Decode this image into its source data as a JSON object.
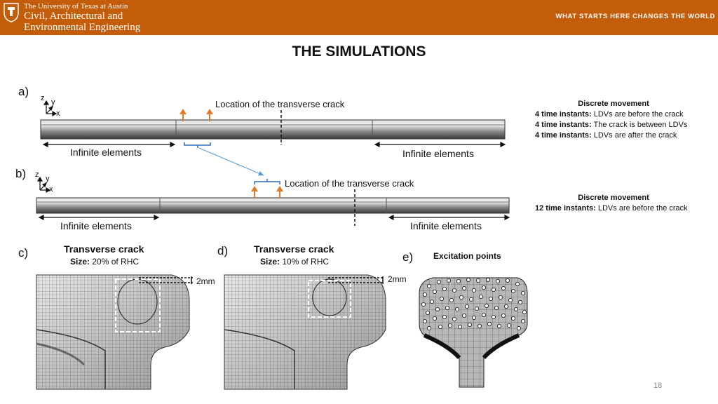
{
  "header": {
    "university": "The University of Texas at Austin",
    "dept_line1": "Civil, Architectural and",
    "dept_line2": "Environmental Engineering",
    "tagline": "WHAT STARTS HERE CHANGES THE WORLD"
  },
  "title": "THE SIMULATIONS",
  "panel_a": {
    "label": "a)",
    "axes": {
      "z": "z",
      "y": "y",
      "x": "x"
    },
    "crack_label": "Location of the transverse crack",
    "infinite_left": "Infinite elements",
    "infinite_right": "Infinite elements",
    "notes": {
      "heading": "Discrete movement",
      "lines": [
        {
          "bold": "4 time instants:",
          "text": " LDVs are before the crack"
        },
        {
          "bold": "4 time instants:",
          "text": " The crack is between LDVs"
        },
        {
          "bold": "4 time instants:",
          "text": " LDVs are after the crack"
        }
      ]
    }
  },
  "panel_b": {
    "label": "b)",
    "axes": {
      "z": "z",
      "y": "y",
      "x": "x"
    },
    "crack_label": "Location of the transverse crack",
    "infinite_left": "Infinite elements",
    "infinite_right": "Infinite elements",
    "notes": {
      "heading": "Discrete movement",
      "lines": [
        {
          "bold": "12 time instants:",
          "text": " LDVs are before the crack"
        }
      ]
    }
  },
  "panel_c": {
    "label": "c)",
    "title": "Transverse crack",
    "size_label": "Size:",
    "size_value": " 20% of RHC",
    "dim": "2mm"
  },
  "panel_d": {
    "label": "d)",
    "title": "Transverse crack",
    "size_label": "Size:",
    "size_value": " 10% of RHC",
    "dim": "2mm"
  },
  "panel_e": {
    "label": "e)",
    "title": "Excitation points"
  },
  "page_number": "18",
  "colors": {
    "header_bg": "#c45d0a",
    "arrow": "#e07b2a",
    "blue": "#5b9bd5"
  }
}
